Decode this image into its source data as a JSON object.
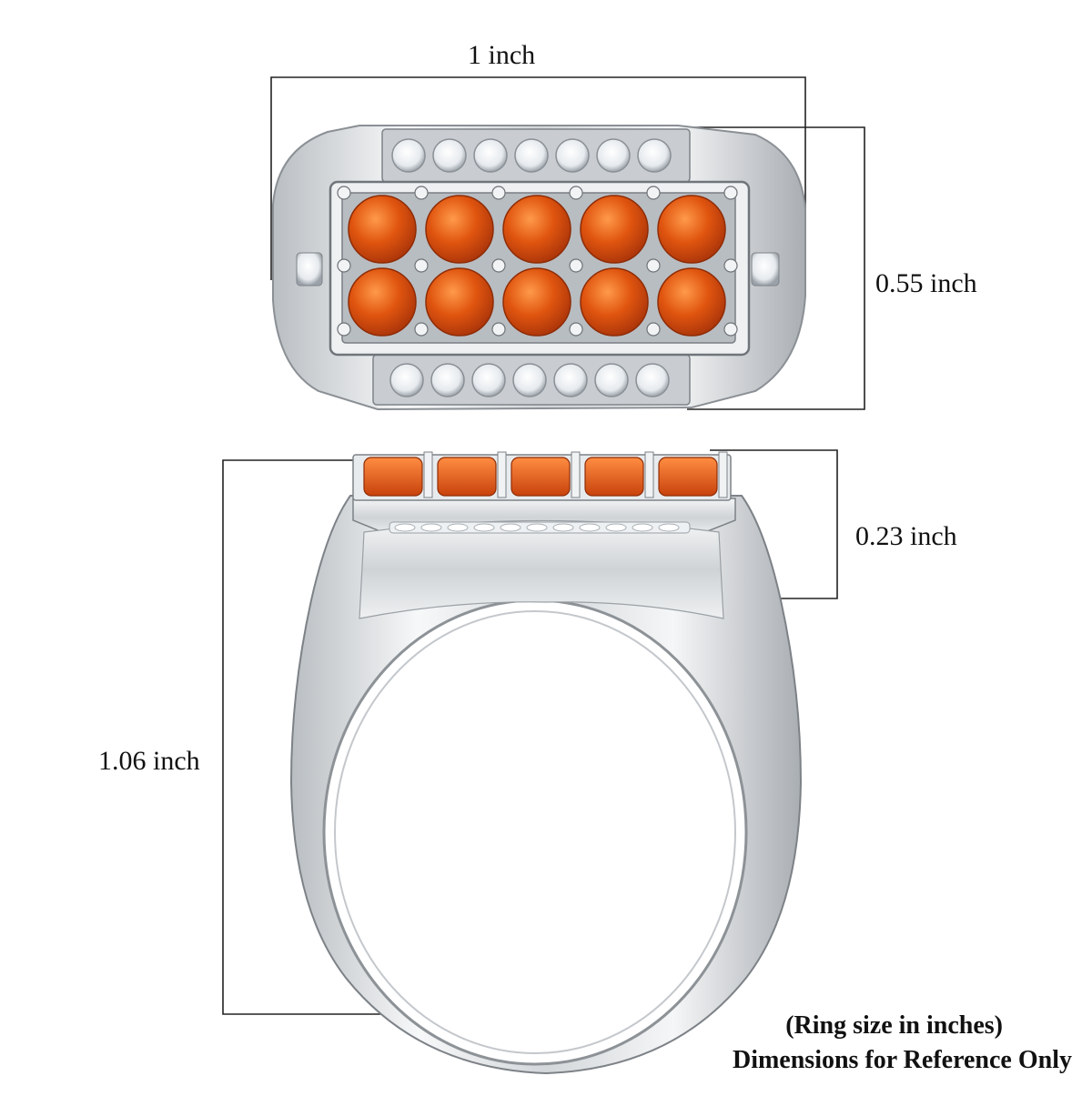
{
  "dimensions": {
    "width_label": "1 inch",
    "height_top_label": "0.55 inch",
    "setting_height_label": "0.23 inch",
    "overall_height_label": "1.06 inch"
  },
  "notes": {
    "size_note": "(Ring size in inches)",
    "reference_note": "Dimensions for Reference Only"
  },
  "colors": {
    "gem_orange": "#e0550f",
    "gem_highlight": "#ff8a3a",
    "metal": "#d9dcde",
    "metal_dark": "#8a8f94",
    "accent_stone": "#f4f6f8"
  },
  "stones": {
    "top_view_orange_count": 10,
    "top_view_white_row_count": 7,
    "side_view_orange_count": 5
  }
}
